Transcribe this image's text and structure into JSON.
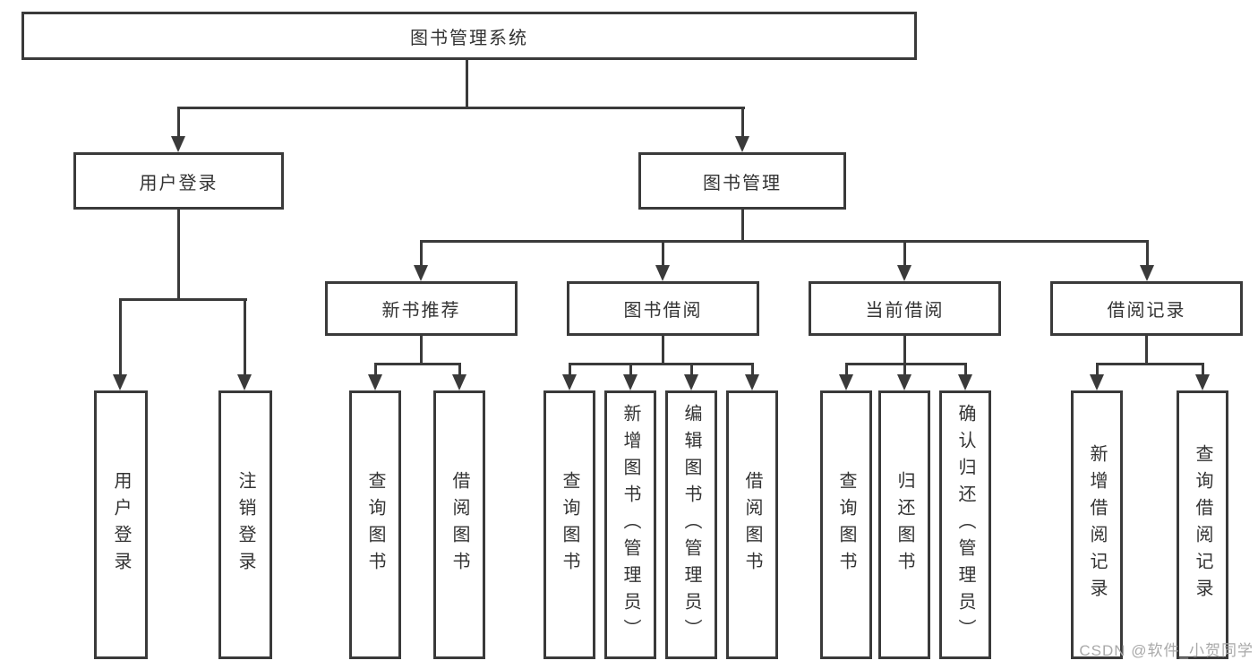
{
  "diagram_title": "图书管理系统",
  "nodes": {
    "root": "图书管理系统",
    "user_login": "用户登录",
    "book_mgmt": "图书管理",
    "new_books": "新书推荐",
    "book_borrow": "图书借阅",
    "current_borrow": "当前借阅",
    "borrow_records": "借阅记录",
    "leaf_user_login": "用户登录",
    "leaf_logout": "注销登录",
    "leaf_nb_query": "查询图书",
    "leaf_nb_borrow": "借阅图书",
    "leaf_bb_query": "查询图书",
    "leaf_bb_add": "新增图书（管理员）",
    "leaf_bb_edit": "编辑图书（管理员）",
    "leaf_bb_borrow": "借阅图书",
    "leaf_cb_query": "查询图书",
    "leaf_cb_return": "归还图书",
    "leaf_cb_confirm": "确认归还（管理员）",
    "leaf_br_add": "新增借阅记录",
    "leaf_br_query": "查询借阅记录"
  },
  "watermark": "CSDN @软件_小贺同学",
  "colors": {
    "line": "#3a3a3a",
    "text": "#333333",
    "watermark": "#a9a9a9",
    "background": "#ffffff"
  }
}
